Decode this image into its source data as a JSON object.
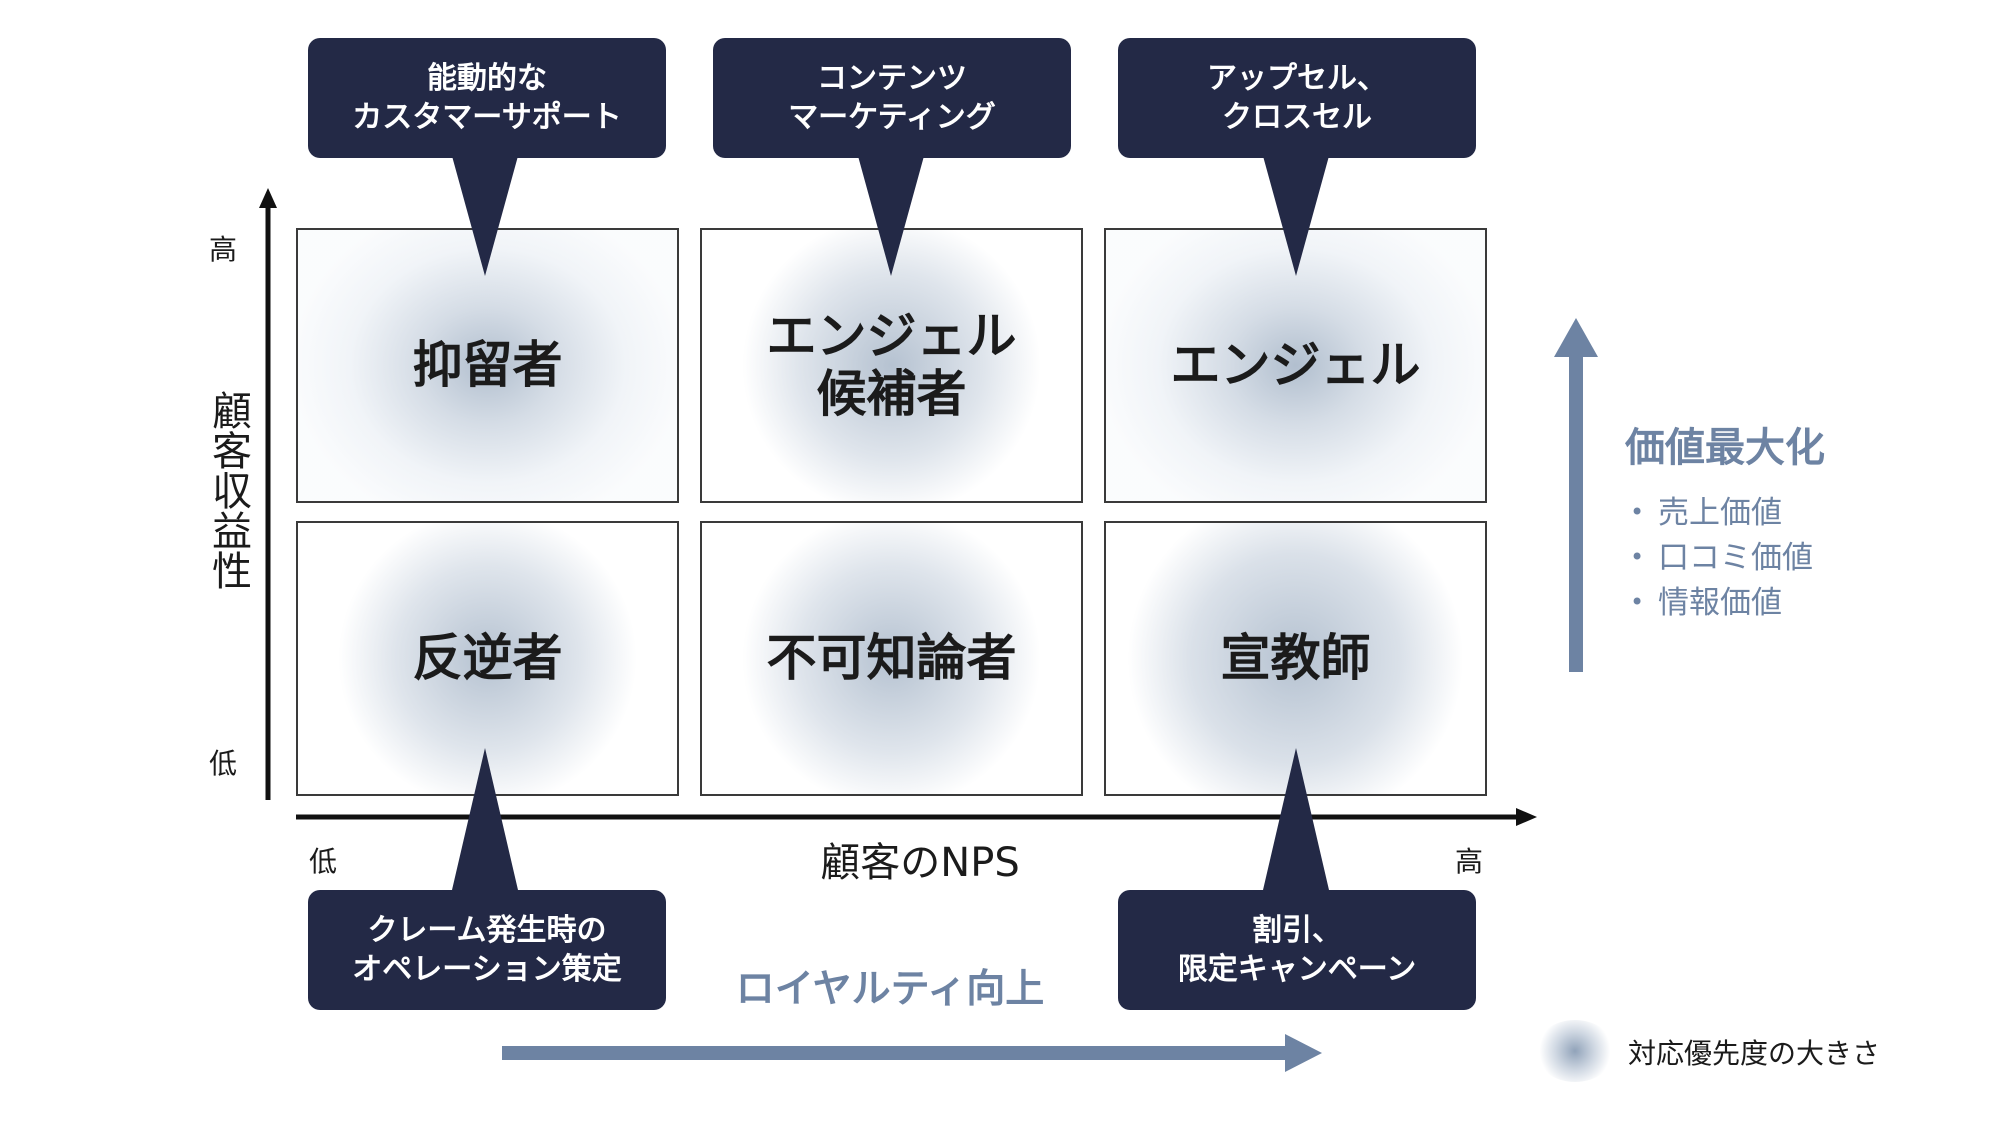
{
  "colors": {
    "callout_bg": "#232946",
    "accent": "#6d83a3",
    "axis": "#1b1b1b"
  },
  "axes": {
    "y_title": "顧客収益性",
    "y_high": "高",
    "y_low": "低",
    "x_title": "顧客のNPS",
    "x_low": "低",
    "x_high": "高"
  },
  "cells": {
    "top_left": "抑留者",
    "top_center": "エンジェル\n候補者",
    "top_right": "エンジェル",
    "bottom_left": "反逆者",
    "bottom_center": "不可知論者",
    "bottom_right": "宣教師"
  },
  "callouts": {
    "top_left": "能動的な\nカスタマーサポート",
    "top_center": "コンテンツ\nマーケティング",
    "top_right": "アップセル、\nクロスセル",
    "bottom_left": "クレーム発生時の\nオペレーション策定",
    "bottom_right": "割引、\n限定キャンペーン"
  },
  "value_panel": {
    "title": "価値最大化",
    "items": [
      "売上価値",
      "口コミ価値",
      "情報価値"
    ]
  },
  "loyalty_label": "ロイヤルティ向上",
  "legend": {
    "text": "対応優先度の大きさ"
  }
}
